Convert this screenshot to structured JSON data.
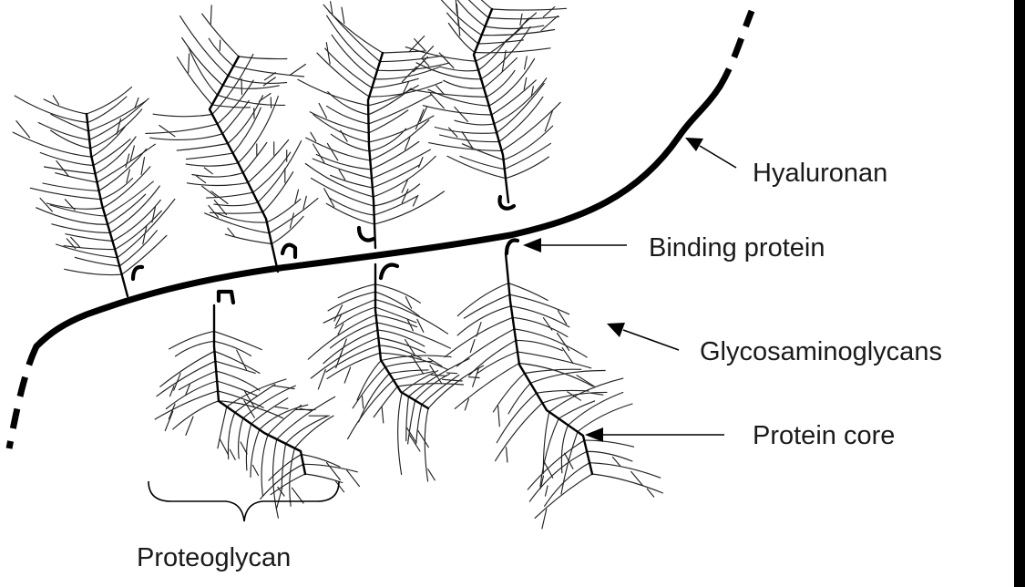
{
  "labels": {
    "hyaluronan": "Hyaluronan",
    "binding_protein": "Binding protein",
    "glycosaminoglycans": "Glycosaminoglycans",
    "protein_core": "Protein core",
    "proteoglycan": "Proteoglycan"
  },
  "colors": {
    "background": "#ffffff",
    "outer_frame": "#000000",
    "ink": "#000000"
  }
}
